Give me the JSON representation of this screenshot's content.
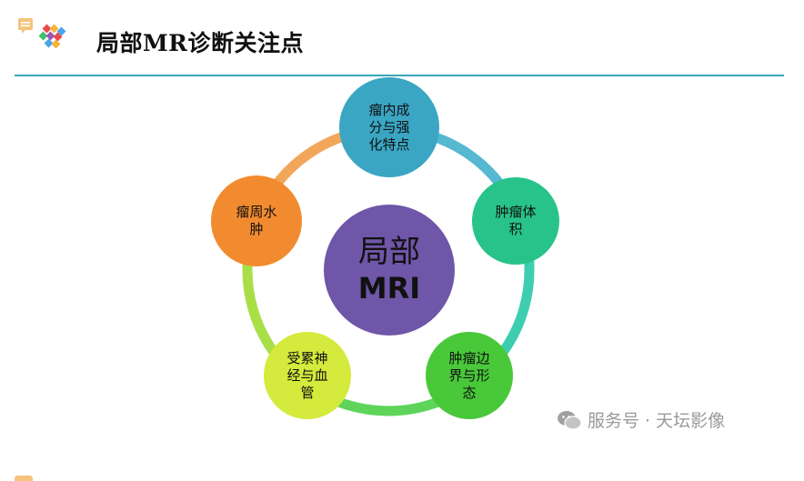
{
  "header": {
    "title": "局部MR诊断关注点"
  },
  "diagram": {
    "center": {
      "line1": "局部",
      "line2": "MRI",
      "color": "#6f56a8"
    },
    "nodes": [
      {
        "label": "瘤内成分与强化特点",
        "color": "#3aa6c3"
      },
      {
        "label": "肿瘤体积",
        "color": "#27c38b"
      },
      {
        "label": "肿瘤边界与形态",
        "color": "#49c83a"
      },
      {
        "label": "受累神经与血管",
        "color": "#d4ea3c"
      },
      {
        "label": "瘤周水肿",
        "color": "#f28b2f"
      }
    ],
    "ring_colors": [
      "#56b8d1",
      "#3ecdb0",
      "#5ed55a",
      "#a8df46",
      "#f2a65a"
    ]
  },
  "watermark": {
    "text": "服务号 · 天坛影像",
    "icon": "wechat-icon"
  }
}
